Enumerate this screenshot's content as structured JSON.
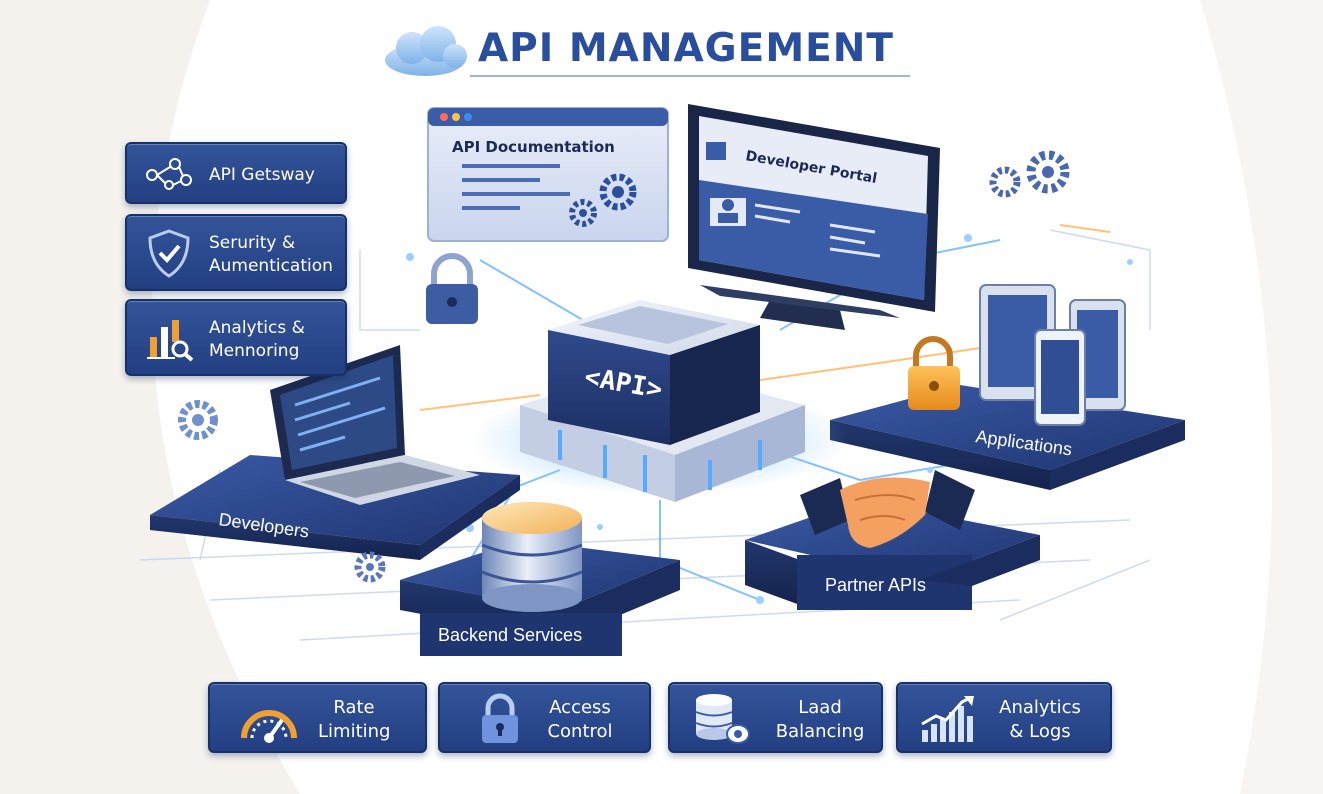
{
  "title": "API MANAGEMENT",
  "colors": {
    "navy": "#233f82",
    "accent_blue": "#2a4e9e",
    "orange": "#f0a030",
    "glow": "#5ab0ff"
  },
  "side_features": [
    {
      "label": "API Getsway",
      "icon": "network-nodes-icon"
    },
    {
      "label_lines": [
        "Serurity &",
        "Aumentication"
      ],
      "icon": "shield-check-icon"
    },
    {
      "label_lines": [
        "Analytics &",
        "Mennoring"
      ],
      "icon": "analytics-chart-icon"
    }
  ],
  "documentation_window": {
    "title": "API Documentation",
    "icon": "gears-icon"
  },
  "developer_portal": {
    "title": "Developer Portal",
    "icon": "user-profile-icon"
  },
  "central_block": {
    "label": "<API>"
  },
  "platforms": {
    "developers": "Developers",
    "applications": "Applications",
    "backend": "Backend Services",
    "partners": "Partner APIs"
  },
  "bottom_features": [
    {
      "lines": [
        "Rate",
        "Limiting"
      ],
      "icon": "speedometer-icon"
    },
    {
      "lines": [
        "Access",
        "Control"
      ],
      "icon": "padlock-icon"
    },
    {
      "lines": [
        "Laad",
        "Balancing"
      ],
      "icon": "database-icon"
    },
    {
      "lines": [
        "Analytics",
        "& Logs"
      ],
      "icon": "bar-chart-icon"
    }
  ]
}
